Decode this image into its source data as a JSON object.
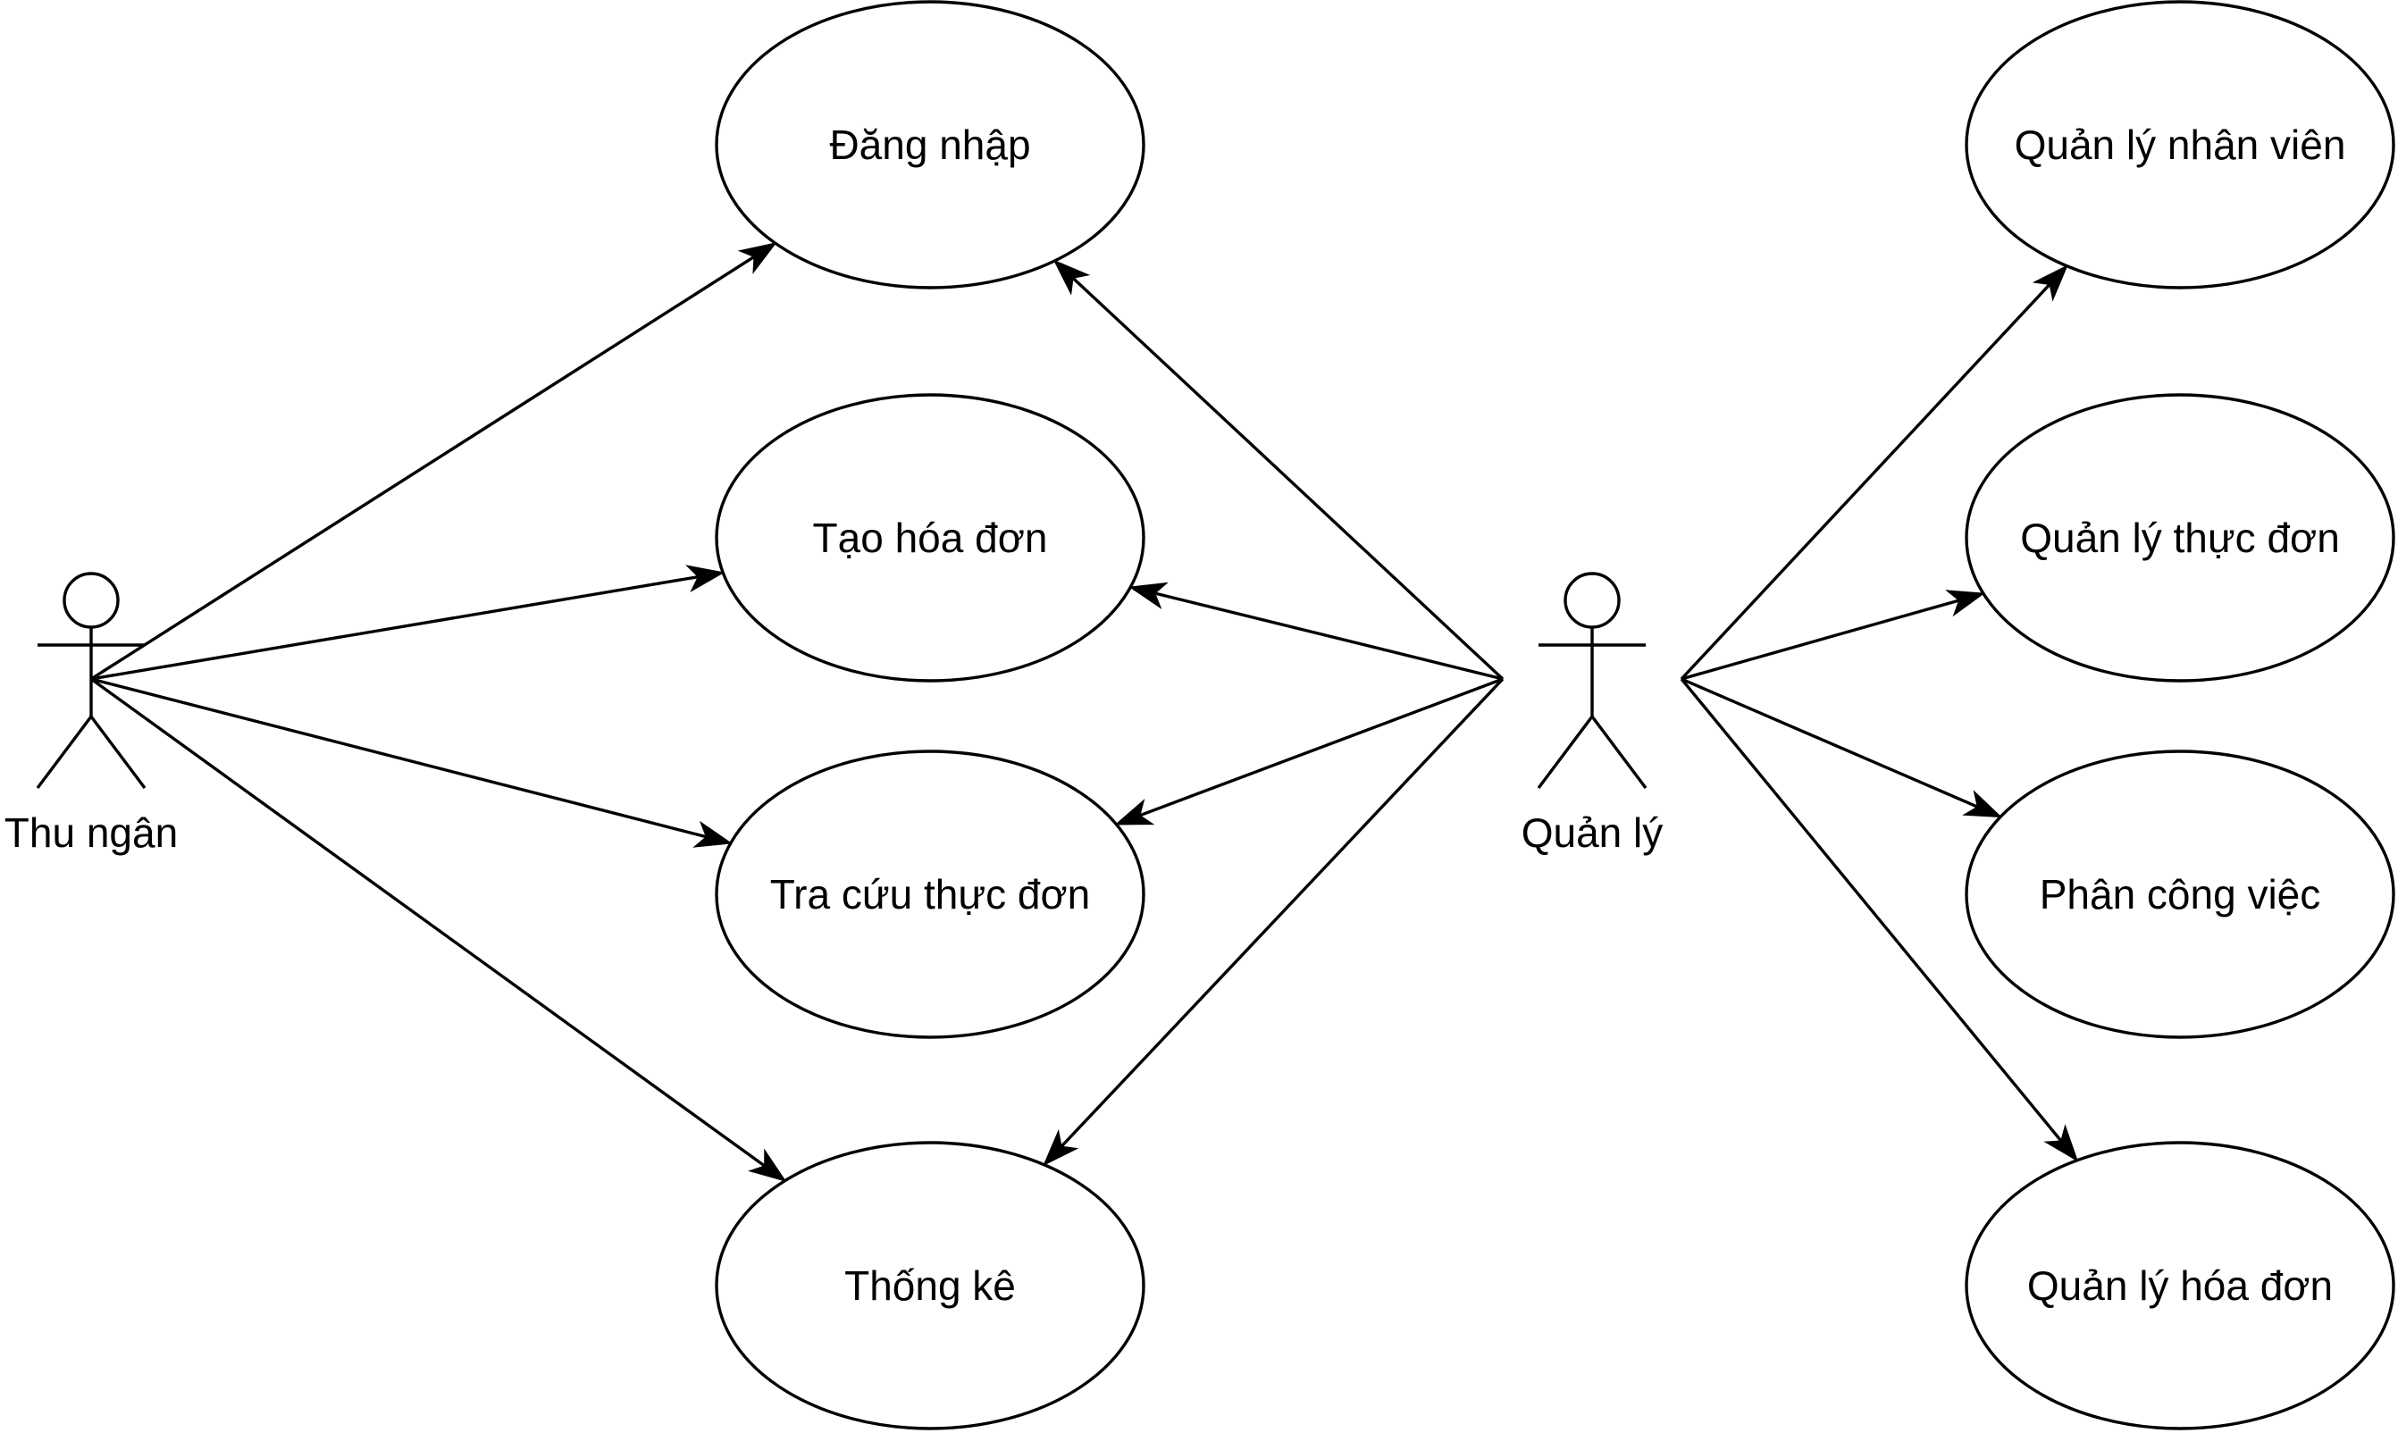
{
  "actors": [
    {
      "id": "cashier",
      "label": "Thu ngân"
    },
    {
      "id": "manager",
      "label": "Quản lý"
    }
  ],
  "use_cases": [
    {
      "id": "login",
      "label": "Đăng nhập"
    },
    {
      "id": "create_invoice",
      "label": "Tạo hóa đơn"
    },
    {
      "id": "lookup_menu",
      "label": "Tra cứu thực đơn"
    },
    {
      "id": "statistics",
      "label": "Thống kê"
    },
    {
      "id": "manage_staff",
      "label": "Quản lý nhân viên"
    },
    {
      "id": "manage_menu",
      "label": "Quản lý thực đơn"
    },
    {
      "id": "assign_work",
      "label": "Phân công việc"
    },
    {
      "id": "manage_invoices",
      "label": "Quản lý hóa đơn"
    }
  ],
  "associations": [
    {
      "from": "cashier",
      "to": "login"
    },
    {
      "from": "cashier",
      "to": "create_invoice"
    },
    {
      "from": "cashier",
      "to": "lookup_menu"
    },
    {
      "from": "cashier",
      "to": "statistics"
    },
    {
      "from": "manager",
      "to": "login"
    },
    {
      "from": "manager",
      "to": "create_invoice"
    },
    {
      "from": "manager",
      "to": "lookup_menu"
    },
    {
      "from": "manager",
      "to": "statistics"
    },
    {
      "from": "manager",
      "to": "manage_staff"
    },
    {
      "from": "manager",
      "to": "manage_menu"
    },
    {
      "from": "manager",
      "to": "assign_work"
    },
    {
      "from": "manager",
      "to": "manage_invoices"
    }
  ],
  "colors": {
    "stroke": "#000000",
    "fill": "#ffffff",
    "text": "#000000"
  }
}
